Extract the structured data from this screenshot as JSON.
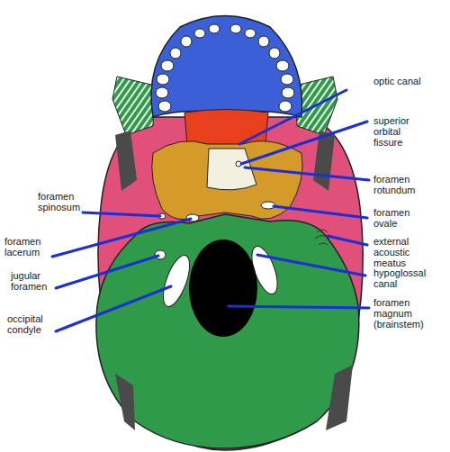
{
  "diagram": {
    "labels": [
      "optic canal",
      "superior orbital fissure",
      "foramen rotundum",
      "foramen spinosum",
      "foramen ovale",
      "foramen lacerum",
      "external acoustic meatus",
      "jugular foramen",
      "hypoglossal canal",
      "foramen magnum (brainstem)",
      "occipital condyle"
    ]
  }
}
